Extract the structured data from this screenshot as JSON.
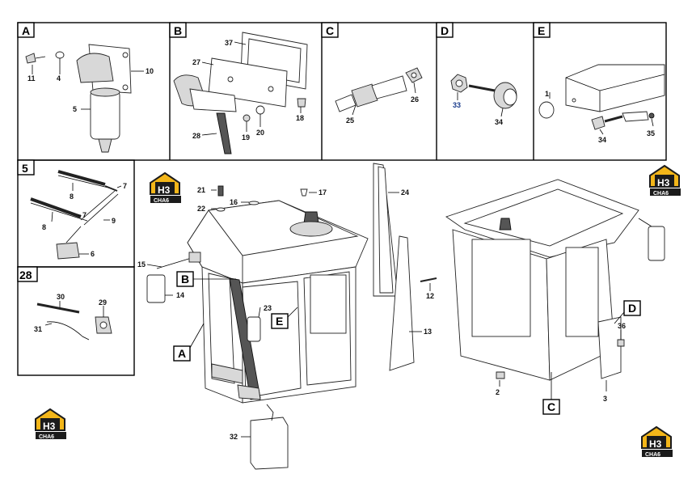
{
  "panels": {
    "A": {
      "title": "A",
      "labels": [
        "11",
        "4",
        "10",
        "5"
      ]
    },
    "B": {
      "title": "B",
      "labels": [
        "37",
        "27",
        "28",
        "19",
        "20",
        "18"
      ]
    },
    "C": {
      "title": "C",
      "labels": [
        "25",
        "26"
      ]
    },
    "D": {
      "title": "D",
      "labels": [
        "33",
        "34"
      ]
    },
    "E": {
      "title": "E",
      "labels": [
        "1",
        "34",
        "35"
      ]
    },
    "P5": {
      "title": "5",
      "labels": [
        "8",
        "7",
        "8",
        "7",
        "9",
        "6"
      ]
    },
    "P28": {
      "title": "28",
      "labels": [
        "30",
        "29",
        "31"
      ]
    }
  },
  "main_labels": {
    "c21": "21",
    "c22": "22",
    "c16": "16",
    "c17": "17",
    "c24": "24",
    "c15": "15",
    "c14": "14",
    "c23": "23",
    "c12": "12",
    "c13": "13",
    "c32": "32",
    "c36": "36",
    "c2": "2",
    "c3": "3"
  },
  "callouts": {
    "A": "A",
    "B": "B",
    "C": "C",
    "D": "D",
    "E": "E"
  },
  "logo": {
    "mark": "H3",
    "sub": "CHA6"
  },
  "colors": {
    "logo_yellow": "#f3b619",
    "logo_dark": "#1b1b1b",
    "blue_label": "#1a3c8c"
  }
}
